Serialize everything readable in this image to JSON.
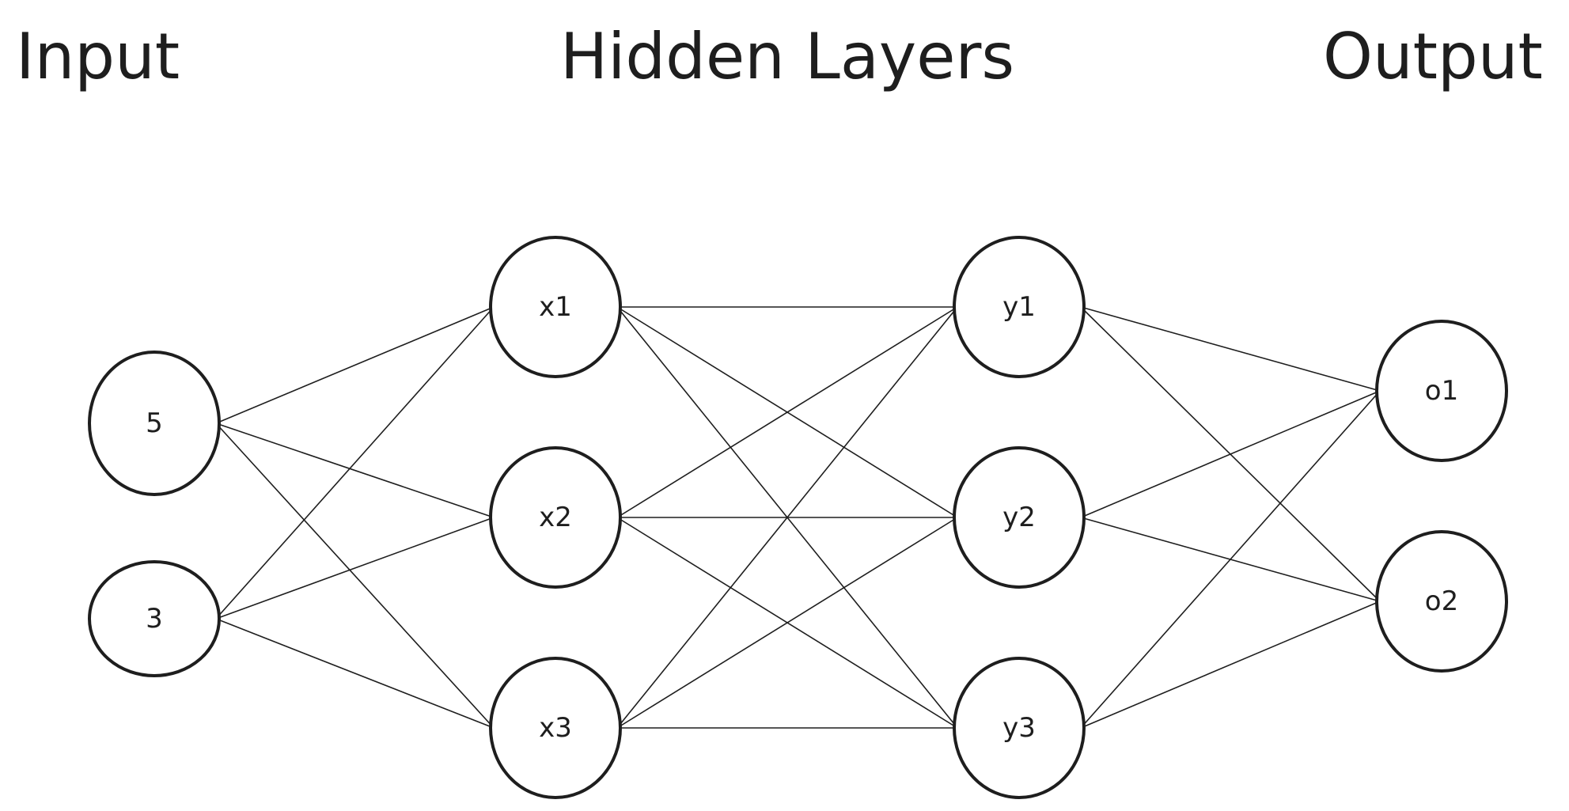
{
  "headings": {
    "input": "Input",
    "hidden": "Hidden Layers",
    "output": "Output"
  },
  "nodes": [
    {
      "id": "in1",
      "label": "5"
    },
    {
      "id": "in2",
      "label": "3"
    },
    {
      "id": "x1",
      "label": "x1"
    },
    {
      "id": "x2",
      "label": "x2"
    },
    {
      "id": "x3",
      "label": "x3"
    },
    {
      "id": "y1",
      "label": "y1"
    },
    {
      "id": "y2",
      "label": "y2"
    },
    {
      "id": "y3",
      "label": "y3"
    },
    {
      "id": "o1",
      "label": "o1"
    },
    {
      "id": "o2",
      "label": "o2"
    }
  ],
  "edges": [
    [
      "in1",
      "x1"
    ],
    [
      "in1",
      "x2"
    ],
    [
      "in1",
      "x3"
    ],
    [
      "in2",
      "x1"
    ],
    [
      "in2",
      "x2"
    ],
    [
      "in2",
      "x3"
    ],
    [
      "x1",
      "y1"
    ],
    [
      "x1",
      "y2"
    ],
    [
      "x1",
      "y3"
    ],
    [
      "x2",
      "y1"
    ],
    [
      "x2",
      "y2"
    ],
    [
      "x2",
      "y3"
    ],
    [
      "x3",
      "y1"
    ],
    [
      "x3",
      "y2"
    ],
    [
      "x3",
      "y3"
    ],
    [
      "y1",
      "o1"
    ],
    [
      "y1",
      "o2"
    ],
    [
      "y2",
      "o1"
    ],
    [
      "y2",
      "o2"
    ],
    [
      "y3",
      "o1"
    ],
    [
      "y3",
      "o2"
    ]
  ],
  "colors": {
    "stroke": "#1e1e1e",
    "background": "#ffffff"
  }
}
